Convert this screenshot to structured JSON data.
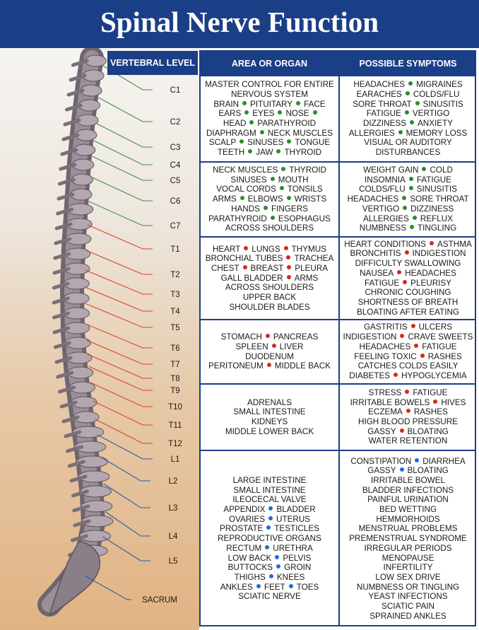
{
  "title": "Spinal Nerve Function",
  "headers": {
    "vertebral_level": "VERTEBRAL LEVEL",
    "area": "AREA OR ORGAN",
    "symptoms": "POSSIBLE SYMPTOMS"
  },
  "colors": {
    "header_bg": "#1b3f86",
    "cervical_dot": "#2e8b2e",
    "thoracic_dot": "#d42a1e",
    "lumbar_dot": "#1f6fd1",
    "cervical_line": "#3f8f3f",
    "thoracic_line": "#d9452a",
    "lumbar_line": "#2a5aa8"
  },
  "levels": [
    {
      "label": "C1",
      "group": "cervical"
    },
    {
      "label": "C2",
      "group": "cervical"
    },
    {
      "label": "C3",
      "group": "cervical"
    },
    {
      "label": "C4",
      "group": "cervical"
    },
    {
      "label": "C5",
      "group": "cervical"
    },
    {
      "label": "C6",
      "group": "cervical"
    },
    {
      "label": "C7",
      "group": "cervical"
    },
    {
      "label": "T1",
      "group": "thoracic"
    },
    {
      "label": "T2",
      "group": "thoracic"
    },
    {
      "label": "T3",
      "group": "thoracic"
    },
    {
      "label": "T4",
      "group": "thoracic"
    },
    {
      "label": "T5",
      "group": "thoracic"
    },
    {
      "label": "T6",
      "group": "thoracic"
    },
    {
      "label": "T7",
      "group": "thoracic"
    },
    {
      "label": "T8",
      "group": "thoracic"
    },
    {
      "label": "T9",
      "group": "thoracic"
    },
    {
      "label": "T10",
      "group": "thoracic"
    },
    {
      "label": "T11",
      "group": "thoracic"
    },
    {
      "label": "T12",
      "group": "thoracic"
    },
    {
      "label": "L1",
      "group": "lumbar"
    },
    {
      "label": "L2",
      "group": "lumbar"
    },
    {
      "label": "L3",
      "group": "lumbar"
    },
    {
      "label": "L4",
      "group": "lumbar"
    },
    {
      "label": "L5",
      "group": "lumbar"
    },
    {
      "label": "SACRUM",
      "group": "lumbar"
    }
  ],
  "groups": [
    {
      "id": "cervical-1",
      "dot": "cervical",
      "area": [
        [
          "MASTER CONTROL FOR ENTIRE"
        ],
        [
          "NERVOUS SYSTEM"
        ],
        [
          "BRAIN",
          "PITUITARY",
          "FACE"
        ],
        [
          "EARS",
          "EYES",
          "NOSE",
          ""
        ],
        [
          "HEAD",
          "PARATHYROID"
        ],
        [
          "DIAPHRAGM",
          "NECK MUSCLES"
        ],
        [
          "SCALP",
          "SINUSES",
          "TONGUE"
        ],
        [
          "TEETH",
          "JAW",
          "THYROID"
        ]
      ],
      "symptoms": [
        [
          "HEADACHES",
          "MIGRAINES"
        ],
        [
          "EARACHES",
          "COLDS/FLU"
        ],
        [
          "SORE THROAT",
          "SINUSITIS"
        ],
        [
          "FATIGUE",
          "VERTIGO"
        ],
        [
          "DIZZINESS",
          "ANXIETY"
        ],
        [
          "ALLERGIES",
          "MEMORY LOSS"
        ],
        [
          "VISUAL OR AUDITORY"
        ],
        [
          "DISTURBANCES"
        ]
      ]
    },
    {
      "id": "cervical-2",
      "dot": "cervical",
      "area": [
        [
          "NECK MUSCLES",
          "THYROID"
        ],
        [
          "SINUSES",
          "MOUTH"
        ],
        [
          "VOCAL CORDS",
          "TONSILS"
        ],
        [
          "ARMS",
          "ELBOWS",
          "WRISTS"
        ],
        [
          "HANDS",
          "FINGERS"
        ],
        [
          "PARATHYROID",
          "ESOPHAGUS"
        ],
        [
          "ACROSS SHOULDERS"
        ]
      ],
      "symptoms": [
        [
          "WEIGHT GAIN",
          "COLD"
        ],
        [
          "INSOMNIA",
          "FATIGUE"
        ],
        [
          "COLDS/FLU",
          "SINUSITIS"
        ],
        [
          "HEADACHES",
          "SORE THROAT"
        ],
        [
          "VERTIGO",
          "DIZZINESS"
        ],
        [
          "ALLERGIES",
          "REFLUX"
        ],
        [
          "NUMBNESS",
          "TINGLING"
        ]
      ]
    },
    {
      "id": "thoracic-1",
      "dot": "thoracic",
      "area": [
        [
          "HEART",
          "LUNGS",
          "THYMUS"
        ],
        [
          "BRONCHIAL TUBES",
          "TRACHEA"
        ],
        [
          "CHEST",
          "BREAST",
          "PLEURA"
        ],
        [
          "GALL BLADDER",
          "ARMS"
        ],
        [
          "ACROSS SHOULDERS"
        ],
        [
          "UPPER BACK"
        ],
        [
          "SHOULDER BLADES"
        ]
      ],
      "symptoms": [
        [
          "HEART CONDITIONS",
          "ASTHMA"
        ],
        [
          "BRONCHITIS",
          "INDIGESTION"
        ],
        [
          "DIFFICULTY SWALLOWING"
        ],
        [
          "NAUSEA",
          "HEADACHES"
        ],
        [
          "FATIGUE",
          "PLEURISY"
        ],
        [
          "CHRONIC COUGHING"
        ],
        [
          "SHORTNESS OF BREATH"
        ],
        [
          "BLOATING AFTER EATING"
        ]
      ]
    },
    {
      "id": "thoracic-2",
      "dot": "thoracic",
      "area": [
        [
          "STOMACH",
          "PANCREAS"
        ],
        [
          "SPLEEN",
          "LIVER"
        ],
        [
          "DUODENUM"
        ],
        [
          "PERITONEUM",
          "MIDDLE BACK"
        ]
      ],
      "symptoms": [
        [
          "GASTRITIS",
          "ULCERS"
        ],
        [
          "INDIGESTION",
          "CRAVE SWEETS"
        ],
        [
          "HEADACHES",
          "FATIGUE"
        ],
        [
          "FEELING TOXIC",
          "RASHES"
        ],
        [
          "CATCHES COLDS EASILY"
        ],
        [
          "DIABETES",
          "HYPOGLYCEMIA"
        ]
      ]
    },
    {
      "id": "thoracic-3",
      "dot": "thoracic",
      "area": [
        [
          "ADRENALS"
        ],
        [
          "SMALL INTESTINE"
        ],
        [
          "KIDNEYS"
        ],
        [
          "MIDDLE LOWER BACK"
        ]
      ],
      "symptoms": [
        [
          "STRESS",
          "FATIGUE"
        ],
        [
          "IRRITABLE BOWELS",
          "HIVES"
        ],
        [
          "ECZEMA",
          "RASHES"
        ],
        [
          "HIGH BLOOD PRESSURE"
        ],
        [
          "GASSY",
          "BLOATING"
        ],
        [
          "WATER RETENTION"
        ]
      ]
    },
    {
      "id": "lumbar",
      "dot": "lumbar",
      "area": [
        [
          "LARGE INTESTINE"
        ],
        [
          "SMALL INTESTINE"
        ],
        [
          "ILEOCECAL VALVE"
        ],
        [
          "APPENDIX",
          "BLADDER"
        ],
        [
          "OVARIES",
          "UTERUS"
        ],
        [
          "PROSTATE",
          "TESTICLES"
        ],
        [
          "REPRODUCTIVE ORGANS"
        ],
        [
          "RECTUM",
          "URETHRA"
        ],
        [
          "LOW BACK",
          "PELVIS"
        ],
        [
          "BUTTOCKS",
          "GROIN"
        ],
        [
          "THIGHS",
          "KNEES"
        ],
        [
          "ANKLES",
          "FEET",
          "TOES"
        ],
        [
          "SCIATIC NERVE"
        ]
      ],
      "symptoms": [
        [
          "CONSTIPATION",
          "DIARRHEA"
        ],
        [
          "GASSY",
          "BLOATING"
        ],
        [
          "IRRITABLE BOWEL"
        ],
        [
          "BLADDER INFECTIONS"
        ],
        [
          "PAINFUL URINATION"
        ],
        [
          "BED WETTING"
        ],
        [
          "HEMMORHOIDS"
        ],
        [
          "MENSTRUAL PROBLEMS"
        ],
        [
          "PREMENSTRUAL SYNDROME"
        ],
        [
          "IRREGULAR PERIODS"
        ],
        [
          "MENOPAUSE"
        ],
        [
          "INFERTILITY"
        ],
        [
          "LOW SEX DRIVE"
        ],
        [
          "NUMBNESS OR TINGLING"
        ],
        [
          "YEAST INFECTIONS"
        ],
        [
          "SCIATIC PAIN"
        ],
        [
          "SPRAINED ANKLES"
        ]
      ]
    }
  ]
}
